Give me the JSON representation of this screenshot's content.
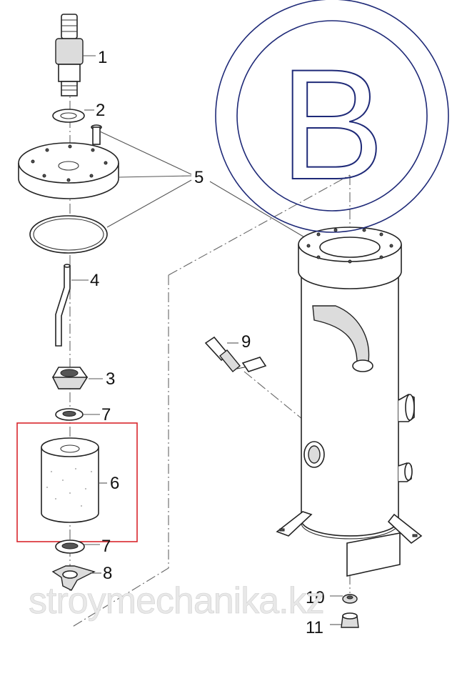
{
  "diagram": {
    "callouts": [
      "1",
      "2",
      "3",
      "4",
      "5",
      "6",
      "7",
      "7",
      "8",
      "9",
      "10",
      "11"
    ],
    "badge_letter": "B",
    "watermark": "stroymechanika.kz",
    "colors": {
      "badge_ring": "#1f2a78",
      "highlight_box": "#d9262c",
      "line": "#222222"
    }
  }
}
